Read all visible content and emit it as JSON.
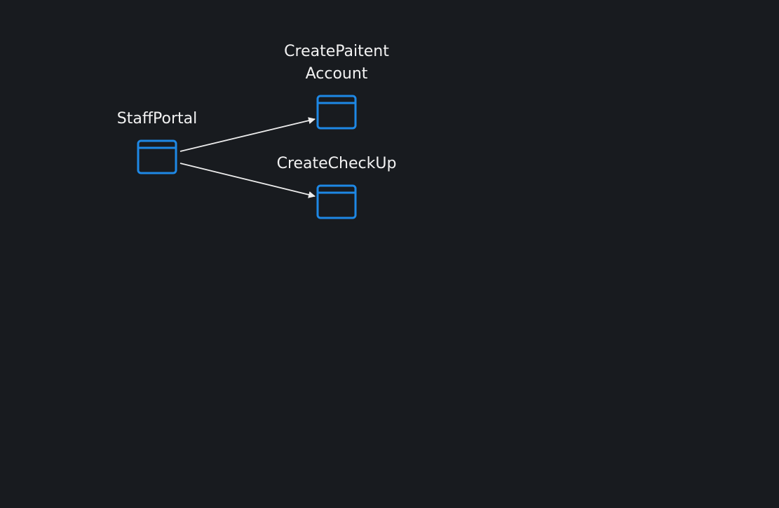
{
  "diagram": {
    "nodes": [
      {
        "id": "staff-portal",
        "label": "StaffPortal",
        "icon": "window-icon"
      },
      {
        "id": "create-patient-account",
        "label": "CreatePaitent\nAccount",
        "icon": "window-icon"
      },
      {
        "id": "create-checkup",
        "label": "CreateCheckUp",
        "icon": "window-icon"
      }
    ],
    "edges": [
      {
        "from": "staff-portal",
        "to": "create-patient-account"
      },
      {
        "from": "staff-portal",
        "to": "create-checkup"
      }
    ],
    "colors": {
      "background": "#181b1f",
      "icon": "#1e88e5",
      "text": "#f2f2f2",
      "edge": "#ececec"
    }
  }
}
